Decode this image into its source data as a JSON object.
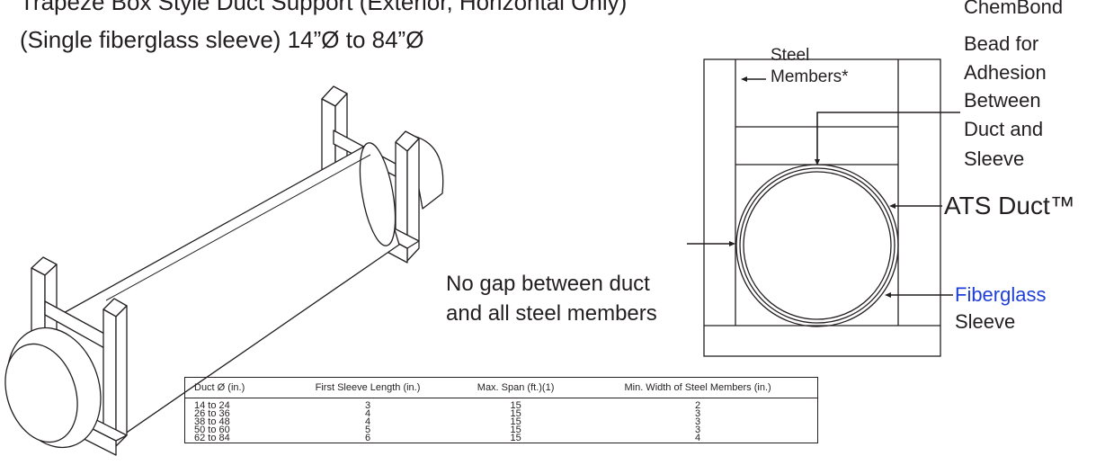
{
  "title": {
    "line1": "Trapeze Box Style Duct Support (Exterior, Horizontal Only)",
    "line2": "(Single fiberglass sleeve) 14”Ø to 84”Ø"
  },
  "labels": {
    "steel_members_1": "Steel",
    "steel_members_2": "Members*",
    "chembond_1": "ChemBond",
    "chembond_2": "Bead for",
    "chembond_3": "Adhesion",
    "chembond_4": "Between",
    "chembond_5": "Duct and",
    "chembond_6": "Sleeve",
    "ats_duct": "ATS Duct™",
    "no_gap_1": "No gap between duct",
    "no_gap_2": "and all steel members",
    "fiberglass": "Fiberglass",
    "sleeve": "Sleeve"
  },
  "colors": {
    "ink": "#231f20",
    "fiberglass_label": "#1f3fd6"
  },
  "table": {
    "headers": [
      "Duct Ø (in.)",
      "First Sleeve Length (in.)",
      "Max. Span (ft.)(1)",
      "Min. Width of Steel Members (in.)"
    ],
    "rows": [
      [
        "14 to 24",
        "3",
        "15",
        "2"
      ],
      [
        "26 to 36",
        "4",
        "15",
        "3"
      ],
      [
        "38 to 48",
        "4",
        "15",
        "3"
      ],
      [
        "50 to 60",
        "5",
        "15",
        "3"
      ],
      [
        "62 to 84",
        "6",
        "15",
        "4"
      ]
    ]
  }
}
